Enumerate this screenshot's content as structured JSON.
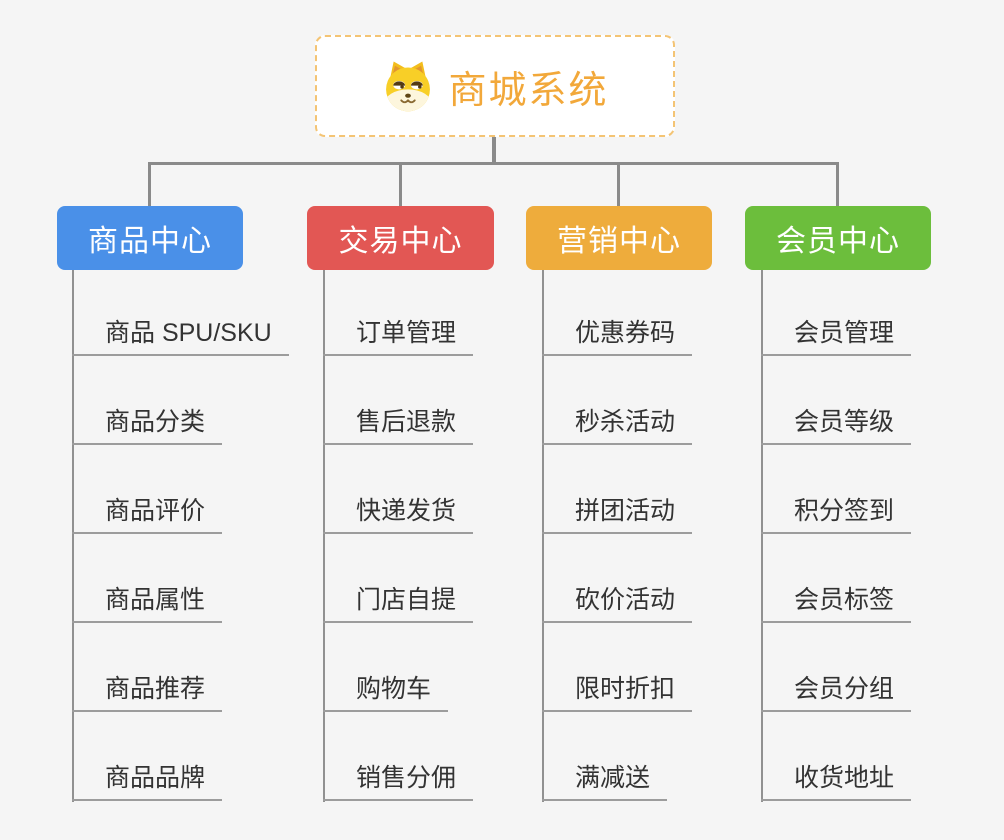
{
  "root": {
    "title": "商城系统",
    "icon": "dog-face-icon"
  },
  "branches": [
    {
      "label": "商品中心",
      "color": "#4a90e8",
      "items": [
        "商品 SPU/SKU",
        "商品分类",
        "商品评价",
        "商品属性",
        "商品推荐",
        "商品品牌"
      ]
    },
    {
      "label": "交易中心",
      "color": "#e25754",
      "items": [
        "订单管理",
        "售后退款",
        "快递发货",
        "门店自提",
        "购物车",
        "销售分佣"
      ]
    },
    {
      "label": "营销中心",
      "color": "#eeac3c",
      "items": [
        "优惠券码",
        "秒杀活动",
        "拼团活动",
        "砍价活动",
        "限时折扣",
        "满减送"
      ]
    },
    {
      "label": "会员中心",
      "color": "#6cbe3c",
      "items": [
        "会员管理",
        "会员等级",
        "积分签到",
        "会员标签",
        "会员分组",
        "收货地址"
      ]
    }
  ],
  "colors": {
    "background": "#f5f5f5",
    "connector": "#8a8a8a",
    "underline": "#9c9c9c",
    "item_text": "#333333",
    "root_text": "#f2a83a",
    "root_border": "#f4c474"
  }
}
